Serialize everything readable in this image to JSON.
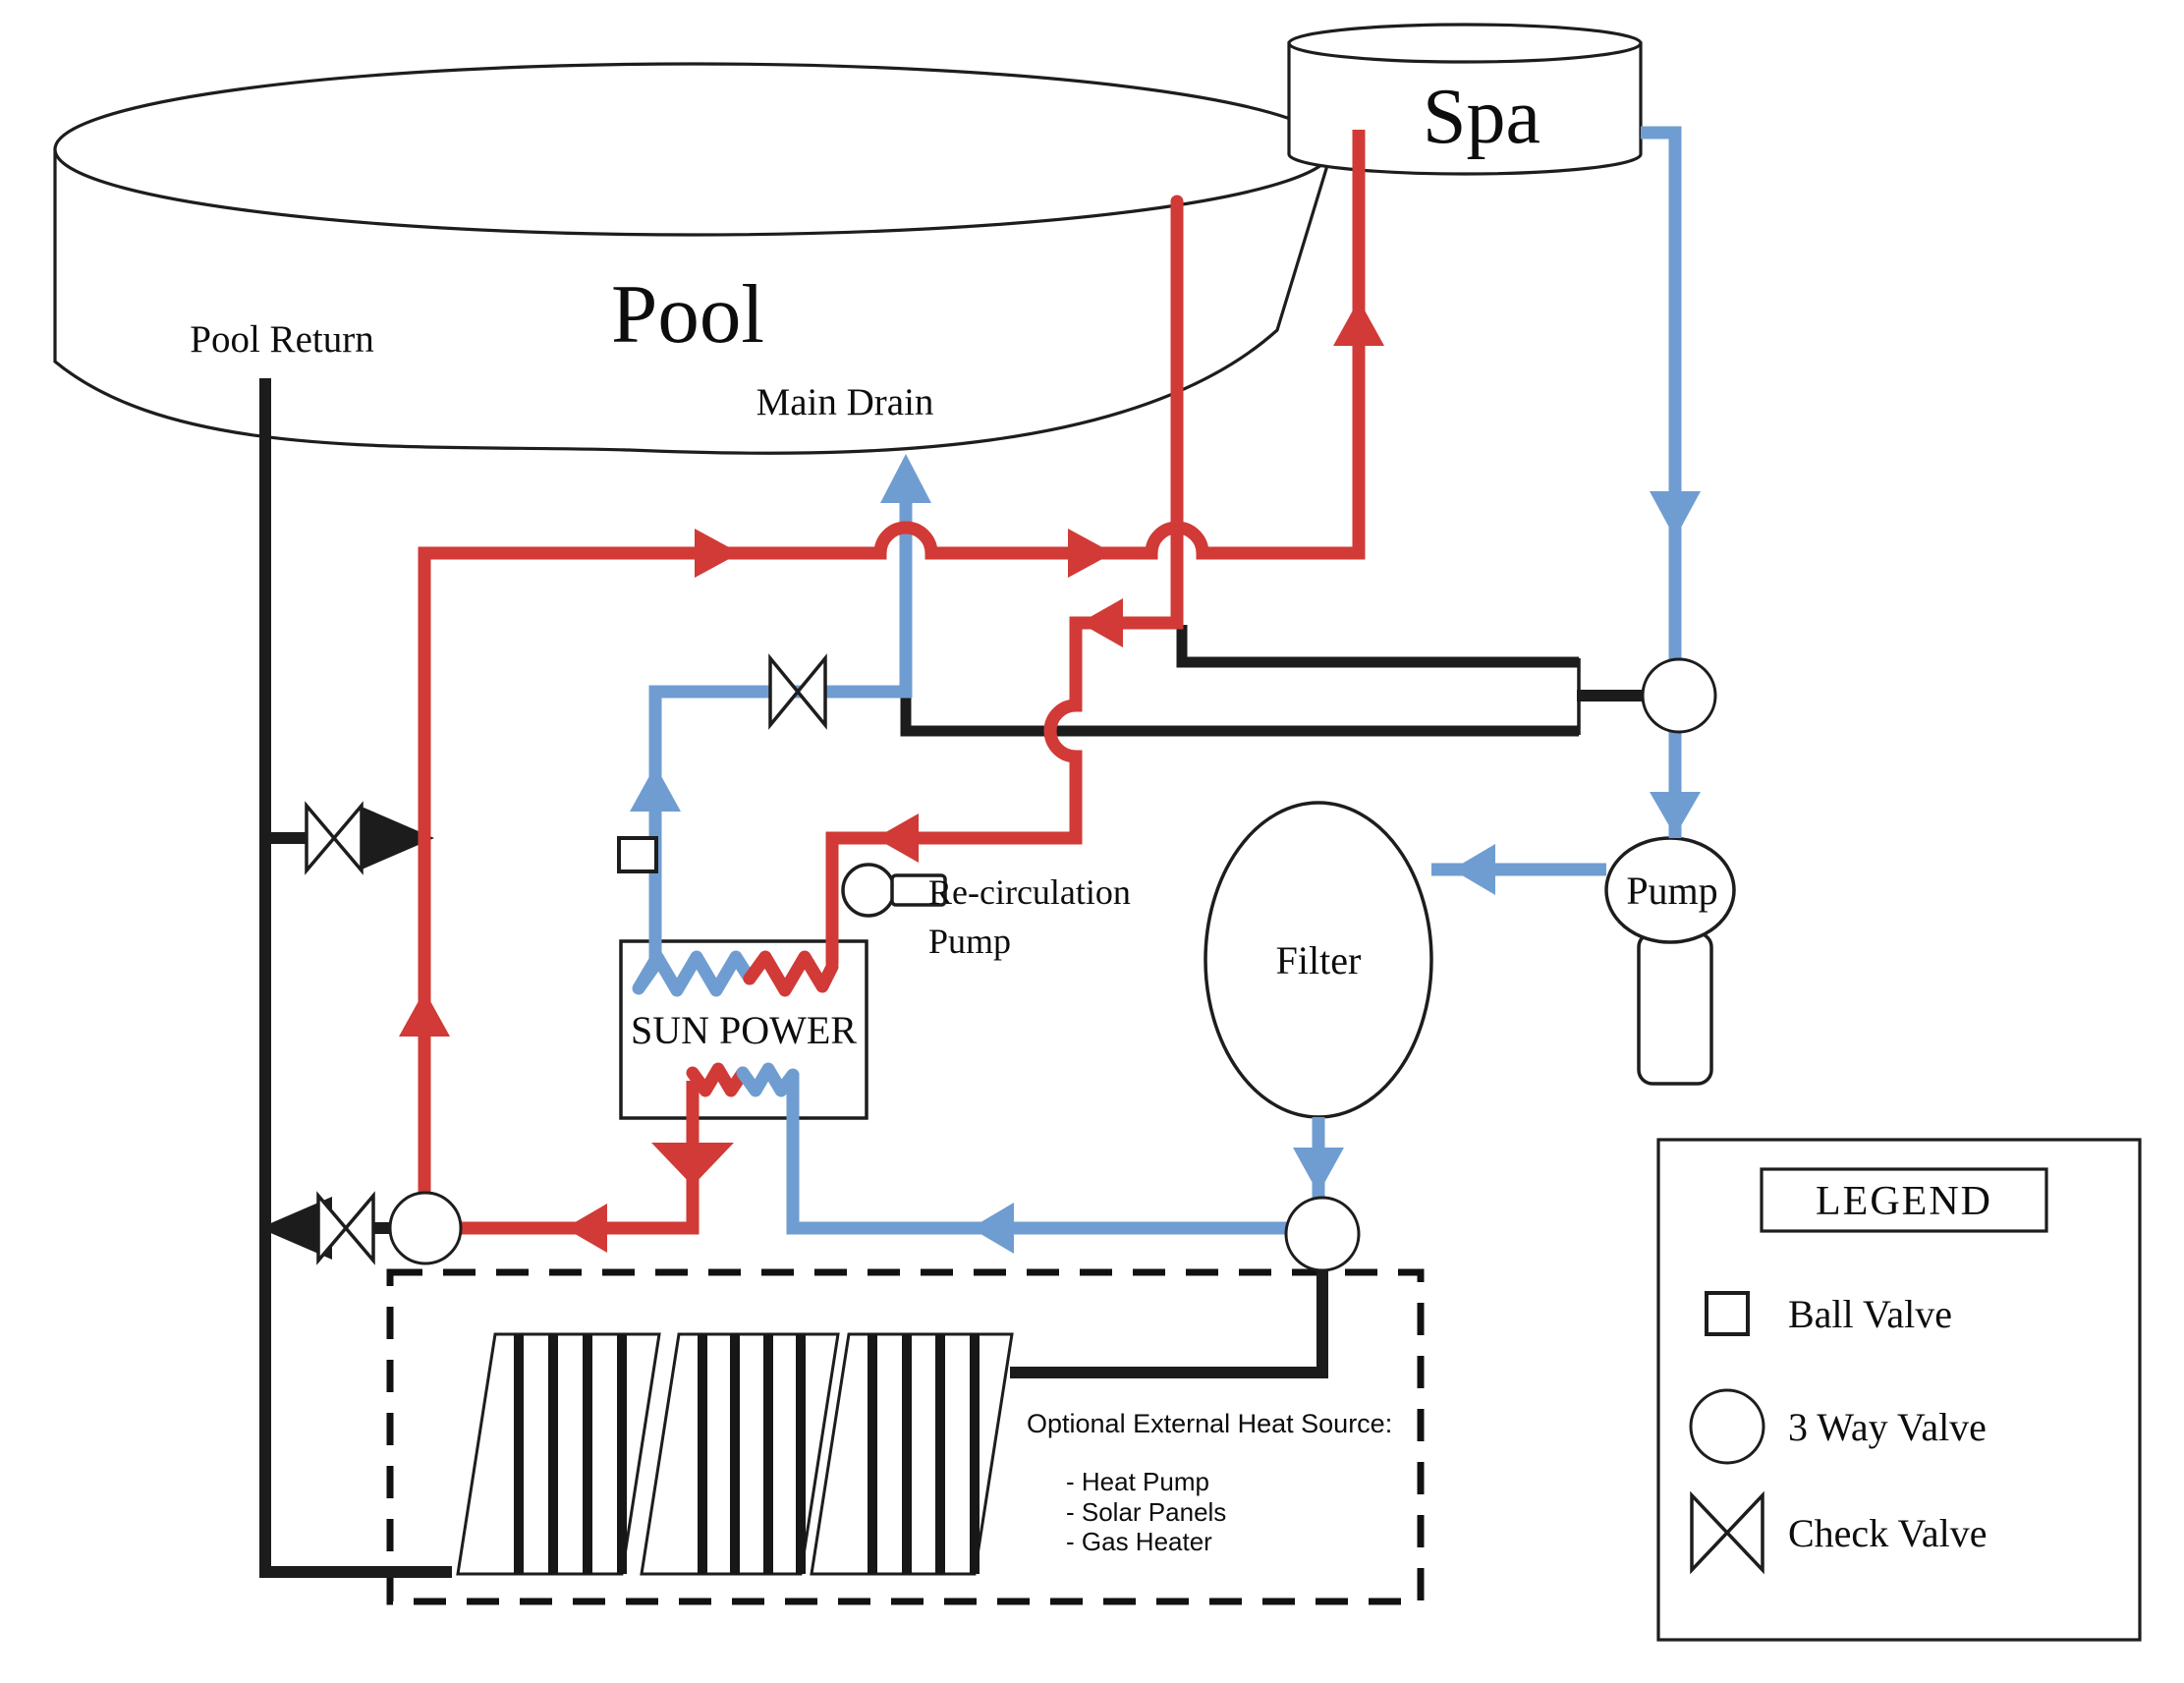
{
  "labels": {
    "pool": "Pool",
    "spa": "Spa",
    "pool_return": "Pool Return",
    "main_drain": "Main Drain",
    "sun_power": "SUN POWER",
    "filter": "Filter",
    "pump": "Pump",
    "recirc_line1": "Re-circulation",
    "recirc_line2": "Pump"
  },
  "heat_source": {
    "title": "Optional External Heat Source:",
    "items": [
      "- Heat Pump",
      "- Solar Panels",
      "- Gas Heater"
    ]
  },
  "legend": {
    "title": "LEGEND",
    "items": [
      {
        "icon": "ball-valve-icon",
        "label": "Ball Valve"
      },
      {
        "icon": "three-way-valve-icon",
        "label": "3 Way Valve"
      },
      {
        "icon": "check-valve-icon",
        "label": "Check Valve"
      }
    ]
  },
  "colors": {
    "hot_pipe": "#d13a36",
    "cold_pipe": "#6f9dd1",
    "black_pipe": "#1c1c1c"
  }
}
